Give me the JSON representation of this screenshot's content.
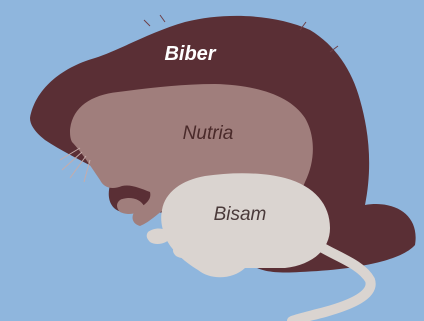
{
  "colors": {
    "background": "#8fb6dd",
    "beaver": "#5a2f35",
    "nutria": "#a07e7c",
    "muskrat": "#dad4d0"
  },
  "labels": {
    "beaver": "Biber",
    "nutria": "Nutria",
    "muskrat": "Bisam"
  }
}
